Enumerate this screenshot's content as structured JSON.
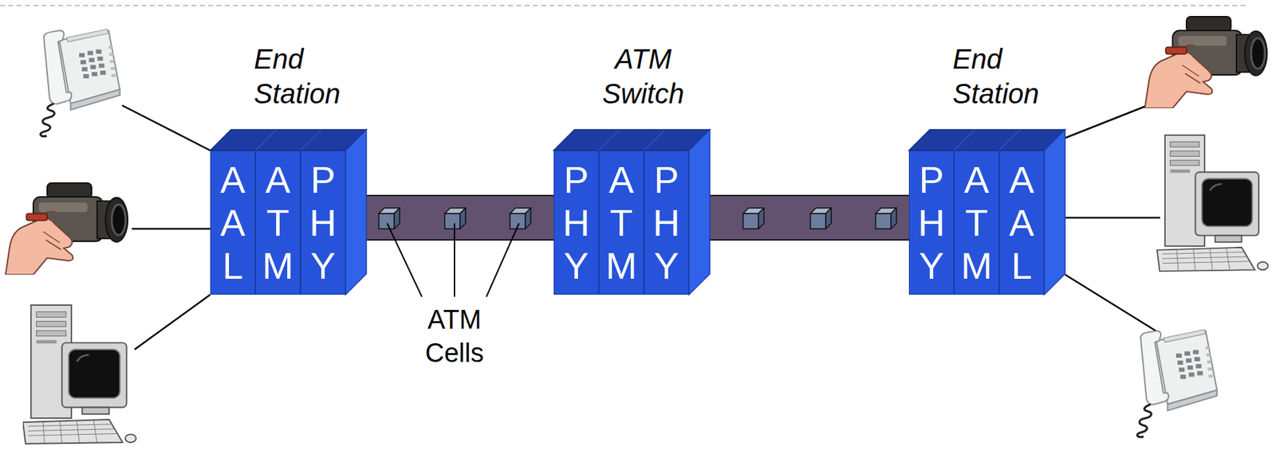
{
  "diagram": {
    "nodes": [
      {
        "text": [
          "End Station"
        ]
      },
      {
        "text": [
          "AAL"
        ],
        "in": 0
      },
      {
        "text": [
          "ATM"
        ],
        "in": 0
      },
      {
        "text": [
          "PHY"
        ],
        "in": 0
      },
      {
        "text": [
          "ATM Switch"
        ]
      },
      {
        "text": [
          "PHY"
        ],
        "in": 4
      },
      {
        "text": [
          "ATM"
        ],
        "in": 4
      },
      {
        "text": [
          "PHY"
        ],
        "in": 4
      },
      {
        "text": [
          "End Station"
        ]
      },
      {
        "text": [
          "PHY"
        ],
        "in": 8
      },
      {
        "text": [
          "ATM"
        ],
        "in": 8
      },
      {
        "text": [
          "AAL"
        ],
        "in": 8
      }
    ],
    "edges": [
      {
        "from": 0,
        "to": 4,
        "arrow": "none"
      },
      {
        "from": 4,
        "to": 8,
        "arrow": "none"
      }
    ],
    "labels": [
      "ATM Cells"
    ]
  }
}
